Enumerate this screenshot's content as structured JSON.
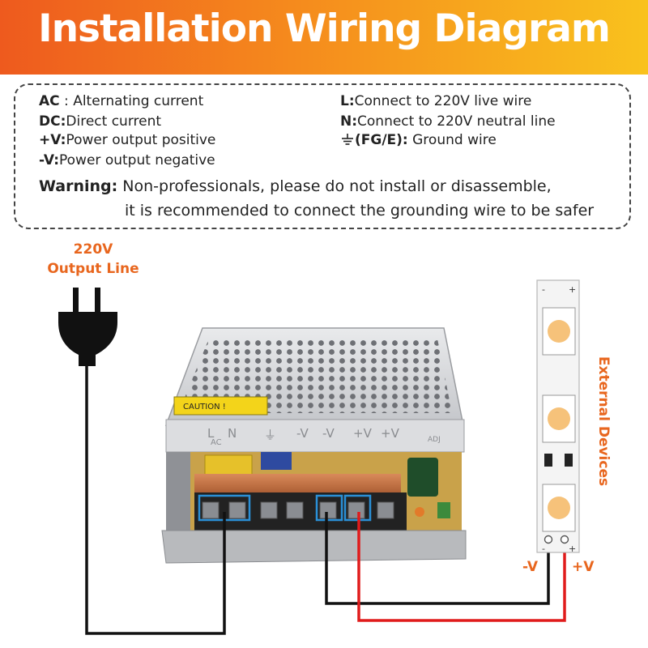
{
  "title": "Installation Wiring Diagram",
  "legend": {
    "left": [
      {
        "key": "AC",
        "sep": " : ",
        "desc": "Alternating current"
      },
      {
        "key": "DC:",
        "sep": "",
        "desc": "Direct current"
      },
      {
        "key": "+V:",
        "sep": "",
        "desc": "Power output positive"
      },
      {
        "key": "-V:",
        "sep": "",
        "desc": "Power output negative"
      }
    ],
    "right": [
      {
        "key": "L:",
        "desc": "Connect to 220V live wire"
      },
      {
        "key": "N:",
        "desc": "Connect to 220V neutral line"
      },
      {
        "key": "(FG/E):",
        "desc": " Ground wire"
      }
    ],
    "warning_label": "Warning:",
    "warning_line1": "Non-professionals, please do not install or disassemble,",
    "warning_line2": "it is recommended to connect the grounding wire to be safer"
  },
  "labels": {
    "input_line1": "220V",
    "input_line2": "Output Line",
    "external_devices": "External Devices",
    "neg": "-V",
    "pos": "+V"
  },
  "psu": {
    "caution": "CAUTION !",
    "terminals": [
      "L",
      "N",
      "⏚",
      "-V",
      "-V",
      "+V",
      "+V"
    ],
    "ac_label": "AC",
    "adj_label": "ADJ"
  },
  "strip": {
    "top_neg": "-",
    "top_pos": "+",
    "bottom_neg": "-",
    "bottom_pos": "+"
  },
  "colors": {
    "banner_start": "#ee5a1e",
    "banner_end": "#f9c21d",
    "accent": "#e8661e",
    "wire_black": "#111111",
    "wire_red": "#e01b1b",
    "led": "#f6c27a"
  }
}
